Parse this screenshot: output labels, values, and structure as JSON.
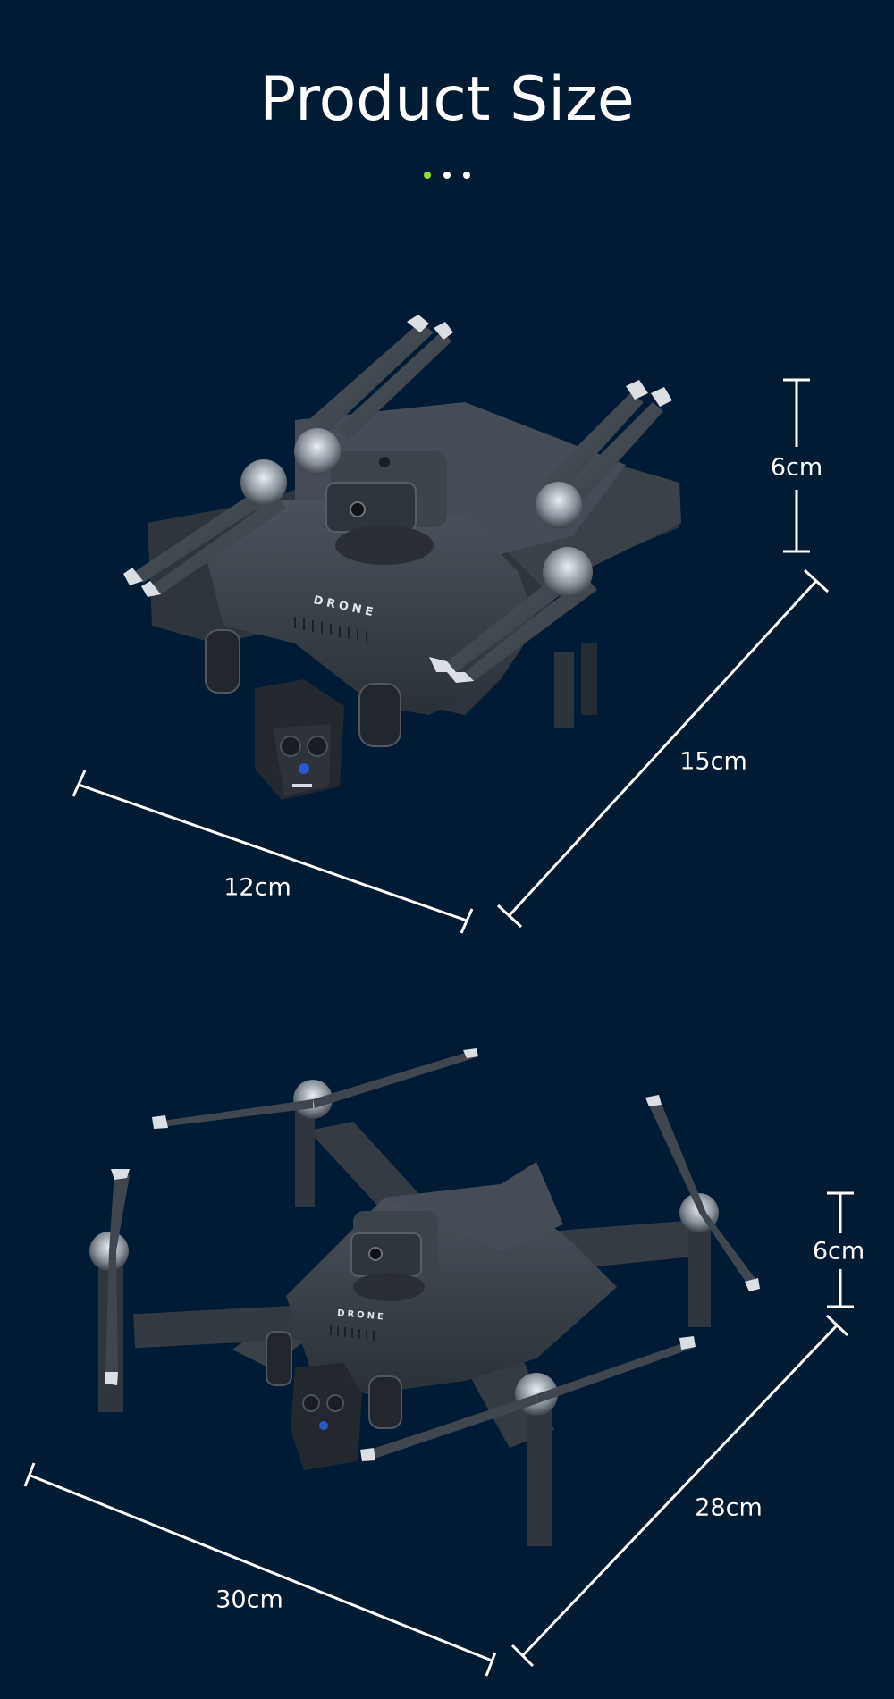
{
  "header": {
    "title": "Product Size",
    "dots": [
      {
        "state": "active",
        "color": "#8fe02a"
      },
      {
        "state": "inactive",
        "color": "#ffffff"
      },
      {
        "state": "inactive",
        "color": "#ffffff"
      }
    ]
  },
  "colors": {
    "background": "#001b33",
    "text": "#ffffff",
    "accent_dot": "#8fe02a",
    "drone_body": "#3d444c"
  },
  "folded_view": {
    "drone_label": "DRONE",
    "dimensions": {
      "height": "6cm",
      "length": "15cm",
      "width": "12cm"
    }
  },
  "unfolded_view": {
    "drone_label": "DRONE",
    "dimensions": {
      "height": "6cm",
      "length": "28cm",
      "width": "30cm"
    }
  }
}
